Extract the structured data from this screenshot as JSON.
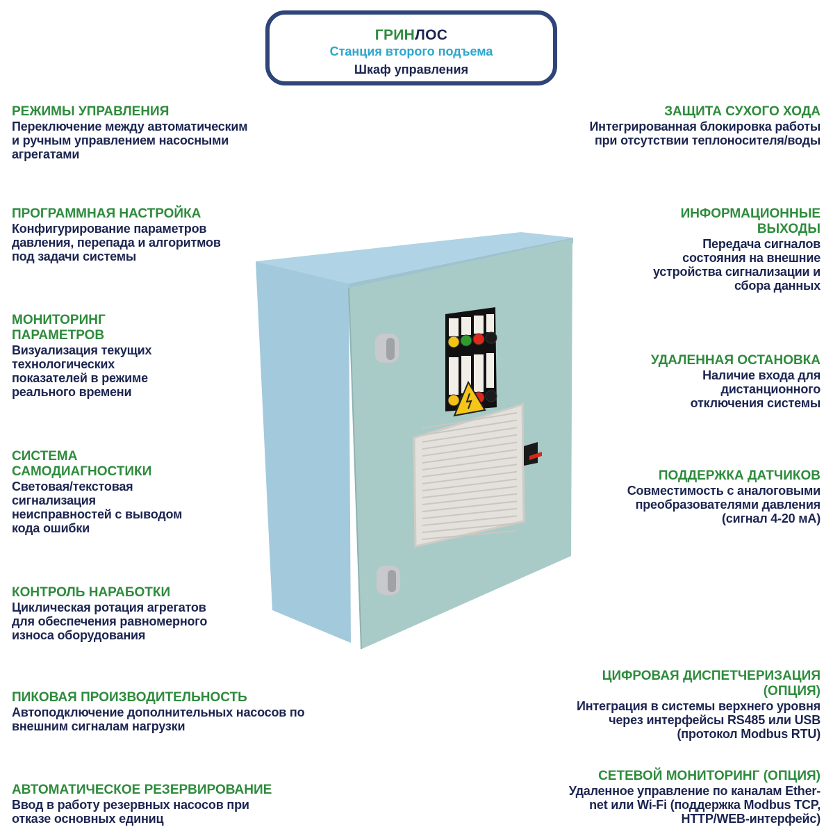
{
  "header": {
    "brand_part1": "ГРИН",
    "brand_part2": "ЛОС",
    "subtitle": "Станция второго подъема",
    "product": "Шкаф управления"
  },
  "colors": {
    "heading_green": "#2e8b3c",
    "text_navy": "#1c2550",
    "subtitle_blue": "#2ca6cf",
    "frame_navy": "#2f4478",
    "cabinet_body": "#a9cfe0",
    "cabinet_door": "#a8cac6"
  },
  "left_features": [
    {
      "title": "РЕЖИМЫ УПРАВЛЕНИЯ",
      "desc": "Переключение между автоматическим\nи ручным управлением насосными\nагрегатами"
    },
    {
      "title": "ПРОГРАММНАЯ НАСТРОЙКА",
      "desc": "Конфигурирование параметров\nдавления, перепада и алгоритмов\nпод задачи системы"
    },
    {
      "title": "МОНИТОРИНГ\nПАРАМЕТРОВ",
      "desc": "Визуализация текущих\nтехнологических\nпоказателей в режиме\nреального времени"
    },
    {
      "title": "СИСТЕМА\nСАМОДИАГНОСТИКИ",
      "desc": "Световая/текстовая\nсигнализация\nнеисправностей с выводом\nкода ошибки"
    },
    {
      "title": "КОНТРОЛЬ НАРАБОТКИ",
      "desc": "Циклическая ротация агрегатов\nдля обеспечения равномерного\nизноса оборудования"
    },
    {
      "title": "ПИКОВАЯ ПРОИЗВОДИТЕЛЬНОСТЬ",
      "desc": "Автоподключение дополнительных насосов по\nвнешним сигналам нагрузки"
    },
    {
      "title": "АВТОМАТИЧЕСКОЕ РЕЗЕРВИРОВАНИЕ",
      "desc": "Ввод в работу резервных насосов при\nотказе основных единиц"
    }
  ],
  "right_features": [
    {
      "title": "ЗАЩИТА СУХОГО ХОДА",
      "desc": "Интегрированная блокировка работы\nпри отсутствии теплоносителя/воды"
    },
    {
      "title": "ИНФОРМАЦИОННЫЕ\nВЫХОДЫ",
      "desc": "Передача сигналов\nсостояния на внешние\nустройства сигнализации и\nсбора данных"
    },
    {
      "title": "УДАЛЕННАЯ ОСТАНОВКА",
      "desc": "Наличие входа для\nдистанционного\nотключения системы"
    },
    {
      "title": "ПОДДЕРЖКА ДАТЧИКОВ",
      "desc": "Совместимость с аналоговыми\nпреобразователями давления\n(сигнал 4-20 мА)"
    },
    {
      "title": "ЦИФРОВАЯ ДИСПЕТЧЕРИЗАЦИЯ\n(ОПЦИЯ)",
      "desc": "Интеграция в системы верхнего уровня\nчерез интерфейсы RS485 или USB\n(протокол Modbus RTU)"
    },
    {
      "title": "СЕТЕВОЙ МОНИТОРИНГ (ОПЦИЯ)",
      "desc": "Удаленное управление по каналам Ether-\nnet или Wi-Fi (поддержка Modbus TCP,\nHTTP/WEB-интерфейс)"
    }
  ],
  "cabinet": {
    "indicator_rows": [
      [
        "yellow",
        "green",
        "red",
        "black"
      ],
      [
        "yellow",
        "green",
        "red",
        "black"
      ]
    ],
    "icons": [
      "high-voltage-warning-icon",
      "ventilation-grille",
      "door-lock-handle",
      "hinge"
    ]
  }
}
